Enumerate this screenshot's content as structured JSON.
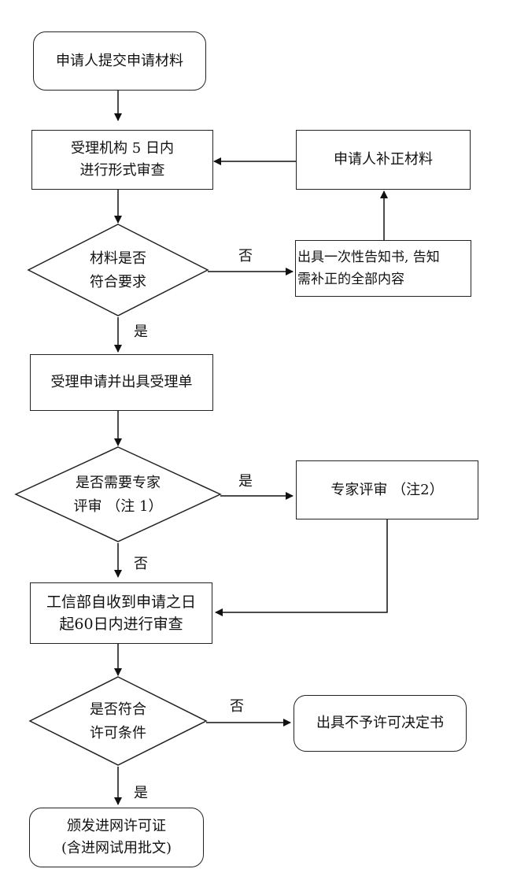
{
  "nodes": {
    "submit": [
      "申请人提交申请材料"
    ],
    "formal_review": [
      "受理机构 5 日内",
      "进行形式审查"
    ],
    "supplement": [
      "申请人补正材料"
    ],
    "materials_ok": [
      "材料是否",
      "符合要求"
    ],
    "notice": [
      "出具一次性告知书, 告知",
      "需补正的全部内容"
    ],
    "accept": [
      "受理申请并出具受理单"
    ],
    "need_expert": [
      "是否需要专家",
      "评审 （注 1）"
    ],
    "expert_review": [
      "专家评审 （注2）"
    ],
    "ministry_review": [
      "工信部自收到申请之日",
      "起60日内进行审查"
    ],
    "meets_conditions": [
      "是否符合",
      "许可条件"
    ],
    "reject": [
      "出具不予许可决定书"
    ],
    "issue": [
      "颁发进网许可证",
      "(含进网试用批文)"
    ]
  },
  "labels": {
    "no_materials": "否",
    "yes_materials": "是",
    "yes_expert": "是",
    "no_expert": "否",
    "no_conditions": "否",
    "yes_conditions": "是"
  }
}
